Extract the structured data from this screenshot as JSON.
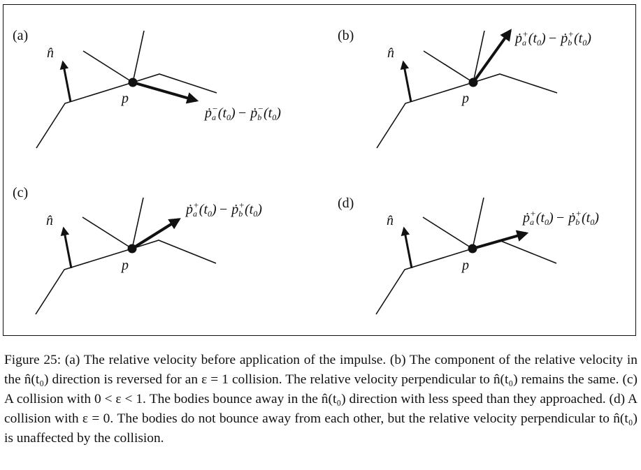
{
  "panels": [
    {
      "label": "(a)",
      "normal_label": "n̂",
      "point_label": "p",
      "vel": {
        "pa": "ṗ",
        "pa_sub": "a",
        "pa_sup": "−",
        "pb": "ṗ",
        "pb_sub": "b",
        "pb_sup": "−",
        "t": "t",
        "t_sub": "0",
        "minus": "−"
      }
    },
    {
      "label": "(b)",
      "normal_label": "n̂",
      "point_label": "p",
      "vel": {
        "pa": "ṗ",
        "pa_sub": "a",
        "pa_sup": "+",
        "pb": "ṗ",
        "pb_sub": "b",
        "pb_sup": "+",
        "t": "t",
        "t_sub": "0",
        "minus": "−"
      }
    },
    {
      "label": "(c)",
      "normal_label": "n̂",
      "point_label": "p",
      "vel": {
        "pa": "ṗ",
        "pa_sub": "a",
        "pa_sup": "+",
        "pb": "ṗ",
        "pb_sub": "b",
        "pb_sup": "+",
        "t": "t",
        "t_sub": "0",
        "minus": "−"
      }
    },
    {
      "label": "(d)",
      "normal_label": "n̂",
      "point_label": "p",
      "vel": {
        "pa": "ṗ",
        "pa_sub": "a",
        "pa_sup": "+",
        "pb": "ṗ",
        "pb_sub": "b",
        "pb_sup": "+",
        "t": "t",
        "t_sub": "0",
        "minus": "−"
      }
    }
  ],
  "caption": "Figure 25: (a) The relative velocity before application of the impulse. (b) The component of the relative velocity in the n̂(t₀) direction is reversed for an ε = 1 collision. The relative velocity perpendicular to n̂(t₀) remains the same. (c) A collision with 0 < ε < 1. The bodies bounce away in the n̂(t₀) direction with less speed than they approached. (d) A collision with ε = 0. The bodies do not bounce away from each other, but the relative velocity perpendicular to n̂(t₀) is unaffected by the collision."
}
